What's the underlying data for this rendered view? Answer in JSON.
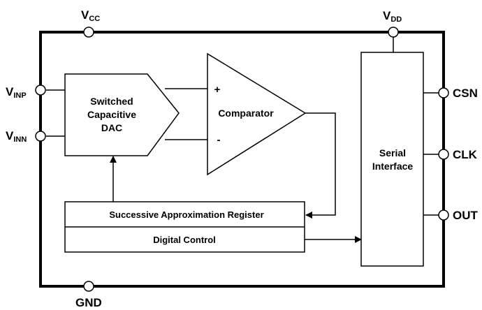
{
  "pins": {
    "vcc": {
      "main": "V",
      "sub": "CC"
    },
    "vdd": {
      "main": "V",
      "sub": "DD"
    },
    "vinp": {
      "main": "V",
      "sub": "INP"
    },
    "vinn": {
      "main": "V",
      "sub": "INN"
    },
    "gnd": "GND",
    "csn": "CSN",
    "clk": "CLK",
    "out": "OUT"
  },
  "blocks": {
    "dac": {
      "line1": "Switched",
      "line2": "Capacitive",
      "line3": "DAC"
    },
    "comparator": {
      "label": "Comparator",
      "plus": "+",
      "minus": "-"
    },
    "sar": "Successive Approximation Register",
    "digital_control": "Digital Control",
    "serial": {
      "line1": "Serial",
      "line2": "Interface"
    }
  }
}
